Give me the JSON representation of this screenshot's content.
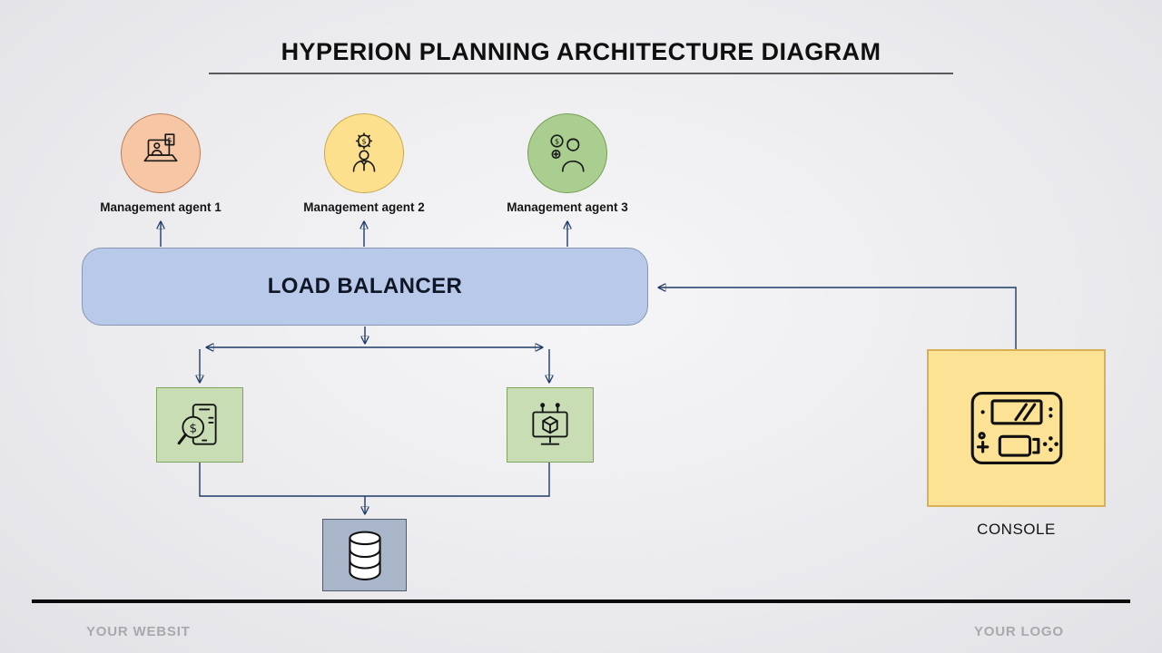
{
  "title": "HYPERION PLANNING ARCHITECTURE DIAGRAM",
  "agents": [
    {
      "label": "Management agent 1",
      "icon": "dollar-laptop-user-icon",
      "fill": "#f6c6a5",
      "border": "#bc7d58"
    },
    {
      "label": "Management agent 2",
      "icon": "manager-dollar-gear-icon",
      "fill": "#fce08d",
      "border": "#c8a94e"
    },
    {
      "label": "Management agent 3",
      "icon": "advisor-dollar-coin-icon",
      "fill": "#a9ce90",
      "border": "#74a051"
    }
  ],
  "load_balancer": {
    "label": "LOAD BALANCER",
    "fill": "#b9c9e9",
    "border": "#8796b2"
  },
  "app_servers": [
    {
      "name": "left-server",
      "icon": "dollar-search-phone-icon",
      "fill": "#c9ddb5",
      "border": "#80a55e"
    },
    {
      "name": "right-server",
      "icon": "monitor-3d-cube-icon",
      "fill": "#c9ddb5",
      "border": "#80a55e"
    }
  ],
  "database": {
    "name": "database",
    "icon": "database-cylinder-icon",
    "fill": "#a9b5c8",
    "border": "#505a6c"
  },
  "console": {
    "label": "CONSOLE",
    "icon": "game-console-icon",
    "fill": "#fce294",
    "border": "#d7b254"
  },
  "footer": {
    "website": "YOUR WEBSIT",
    "logo": "YOUR LOGO"
  },
  "connector_color": "#1e3a66"
}
